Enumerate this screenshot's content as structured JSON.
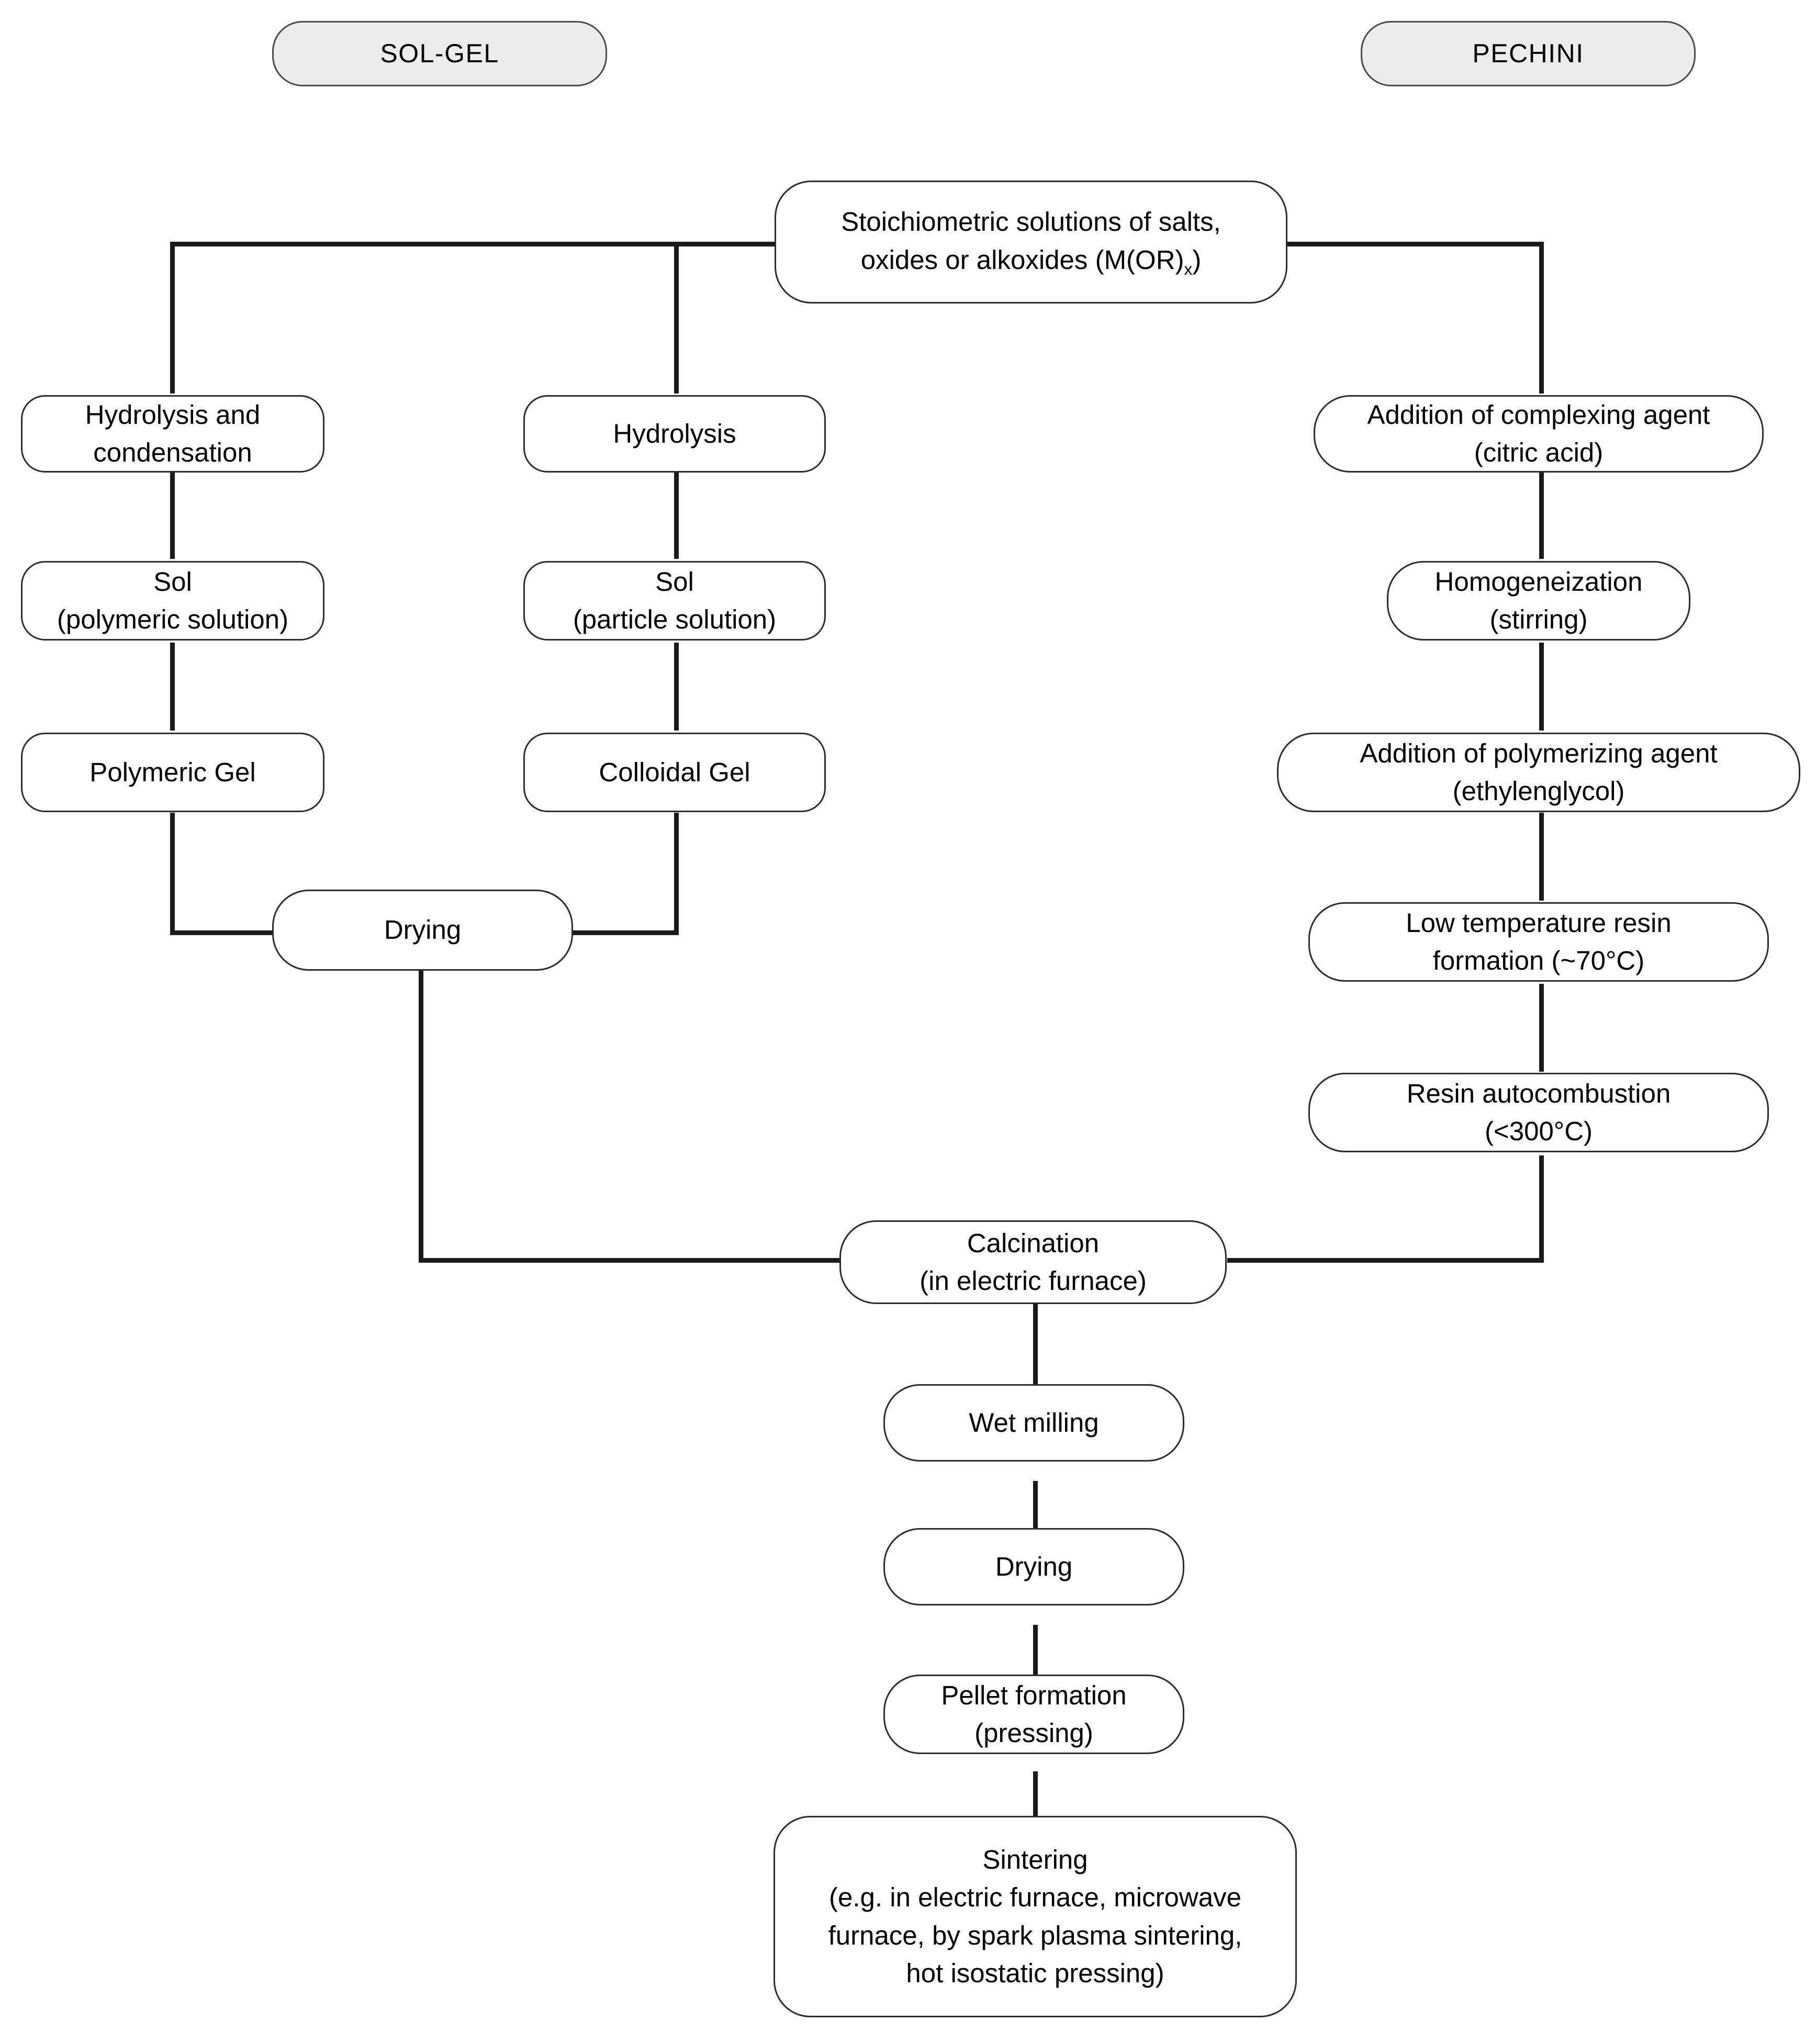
{
  "diagram": {
    "title_left": "SOL-GEL",
    "title_right": "PECHINI",
    "nodes": {
      "start": {
        "line1": "Stoichiometric solutions of salts,",
        "line2a": "oxides or alkoxides (M(OR)",
        "line2sub": "x",
        "line2b": ")"
      },
      "hydrolysis_condensation": {
        "line1": "Hydrolysis and",
        "line2": "condensation"
      },
      "hydrolysis": {
        "line1": "Hydrolysis"
      },
      "sol_polymeric": {
        "line1": "Sol",
        "line2": "(polymeric solution)"
      },
      "sol_particle": {
        "line1": "Sol",
        "line2": "(particle solution)"
      },
      "polymeric_gel": {
        "line1": "Polymeric Gel"
      },
      "colloidal_gel": {
        "line1": "Colloidal Gel"
      },
      "drying_left": {
        "line1": "Drying"
      },
      "complexing_agent": {
        "line1": "Addition of complexing agent",
        "line2": "(citric acid)"
      },
      "homogeneization": {
        "line1": "Homogeneization",
        "line2": "(stirring)"
      },
      "polymerizing_agent": {
        "line1": "Addition of polymerizing agent",
        "line2": "(ethylenglycol)"
      },
      "resin_formation": {
        "line1": "Low temperature resin",
        "line2": "formation (~70°C)"
      },
      "autocombustion": {
        "line1": "Resin autocombustion",
        "line2": "(<300°C)"
      },
      "calcination": {
        "line1": "Calcination",
        "line2": "(in electric furnace)"
      },
      "wet_milling": {
        "line1": "Wet milling"
      },
      "drying_main": {
        "line1": "Drying"
      },
      "pellet_formation": {
        "line1": "Pellet formation",
        "line2": "(pressing)"
      },
      "sintering": {
        "line1": "Sintering",
        "line2": "(e.g. in electric furnace, microwave",
        "line3": "furnace, by spark plasma sintering,",
        "line4": "hot isostatic pressing)"
      }
    },
    "colors": {
      "header_fill": "#ececec",
      "node_fill": "#ffffff",
      "stroke": "#2b2b2b",
      "connector": "#1a1a1a",
      "text": "#000000"
    }
  }
}
